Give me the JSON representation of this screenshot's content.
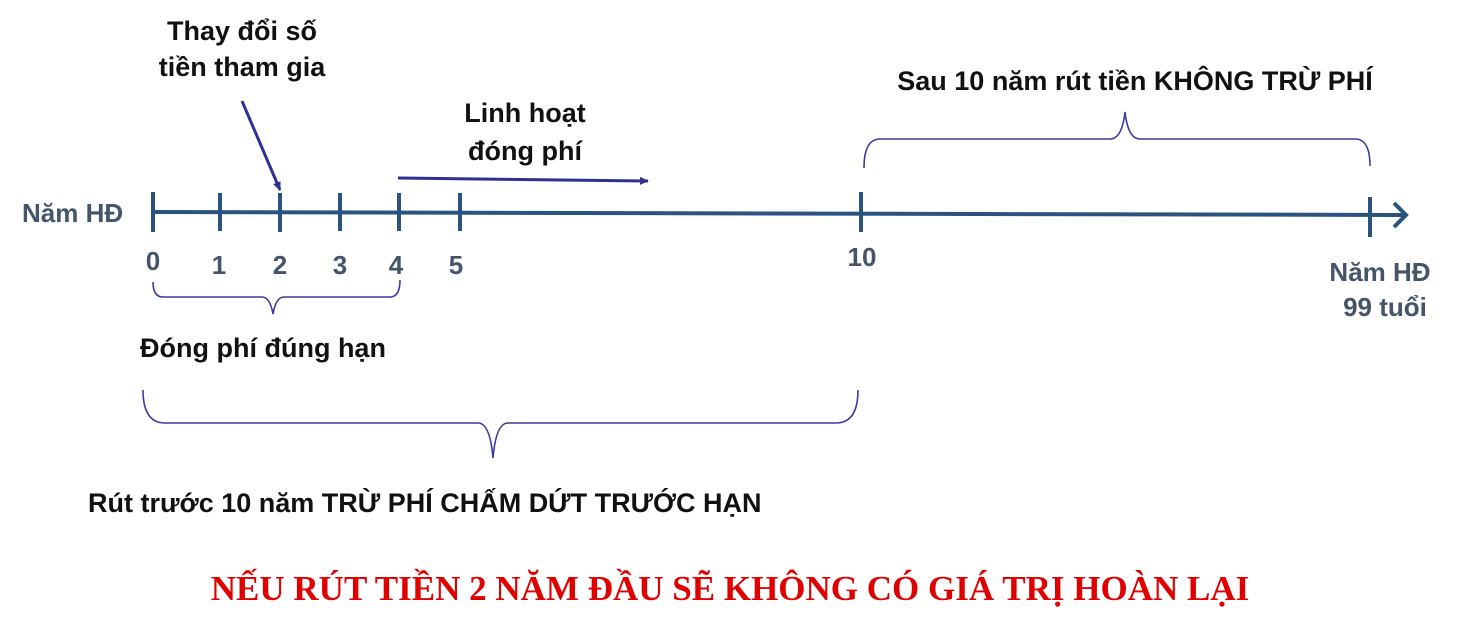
{
  "annotations": {
    "change_amount": [
      "Thay đổi số",
      "tiền tham gia"
    ],
    "flexible_payment": [
      "Linh hoạt",
      "đóng phí"
    ],
    "after_10_years": "Sau 10 năm rút tiền KHÔNG TRỪ PHÍ",
    "on_time_payment": "Đóng phí đúng hạn",
    "before_10_years": "Rút trước 10 năm TRỪ PHÍ CHẤM DỨT TRƯỚC HẠN",
    "warning": "NẾU RÚT TIỀN 2 NĂM ĐẦU SẼ KHÔNG CÓ GIÁ TRỊ HOÀN LẠI"
  },
  "axis": {
    "label": "Năm HĐ",
    "ticks": [
      "0",
      "1",
      "2",
      "3",
      "4",
      "5",
      "10"
    ],
    "end_label": [
      "Năm HĐ",
      "99 tuổi"
    ]
  },
  "colors": {
    "axis": "#2a5380",
    "warning": "#e00000",
    "brace": "#3b3b9e",
    "arrow": "#2e3192"
  }
}
